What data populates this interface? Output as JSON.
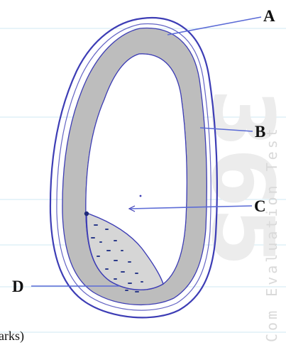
{
  "labels": {
    "a": "A",
    "b": "B",
    "c": "C",
    "d": "D"
  },
  "footer_text": "arks)",
  "watermark": {
    "side": "Com Evaluation Test",
    "big": "365"
  },
  "colors": {
    "outline": "#3d3db5",
    "wall_fill": "#bdbdbd",
    "leader_line": "#5b6bd6",
    "grid_line": "#cfe8f3",
    "speck": "#2b3a8a"
  }
}
